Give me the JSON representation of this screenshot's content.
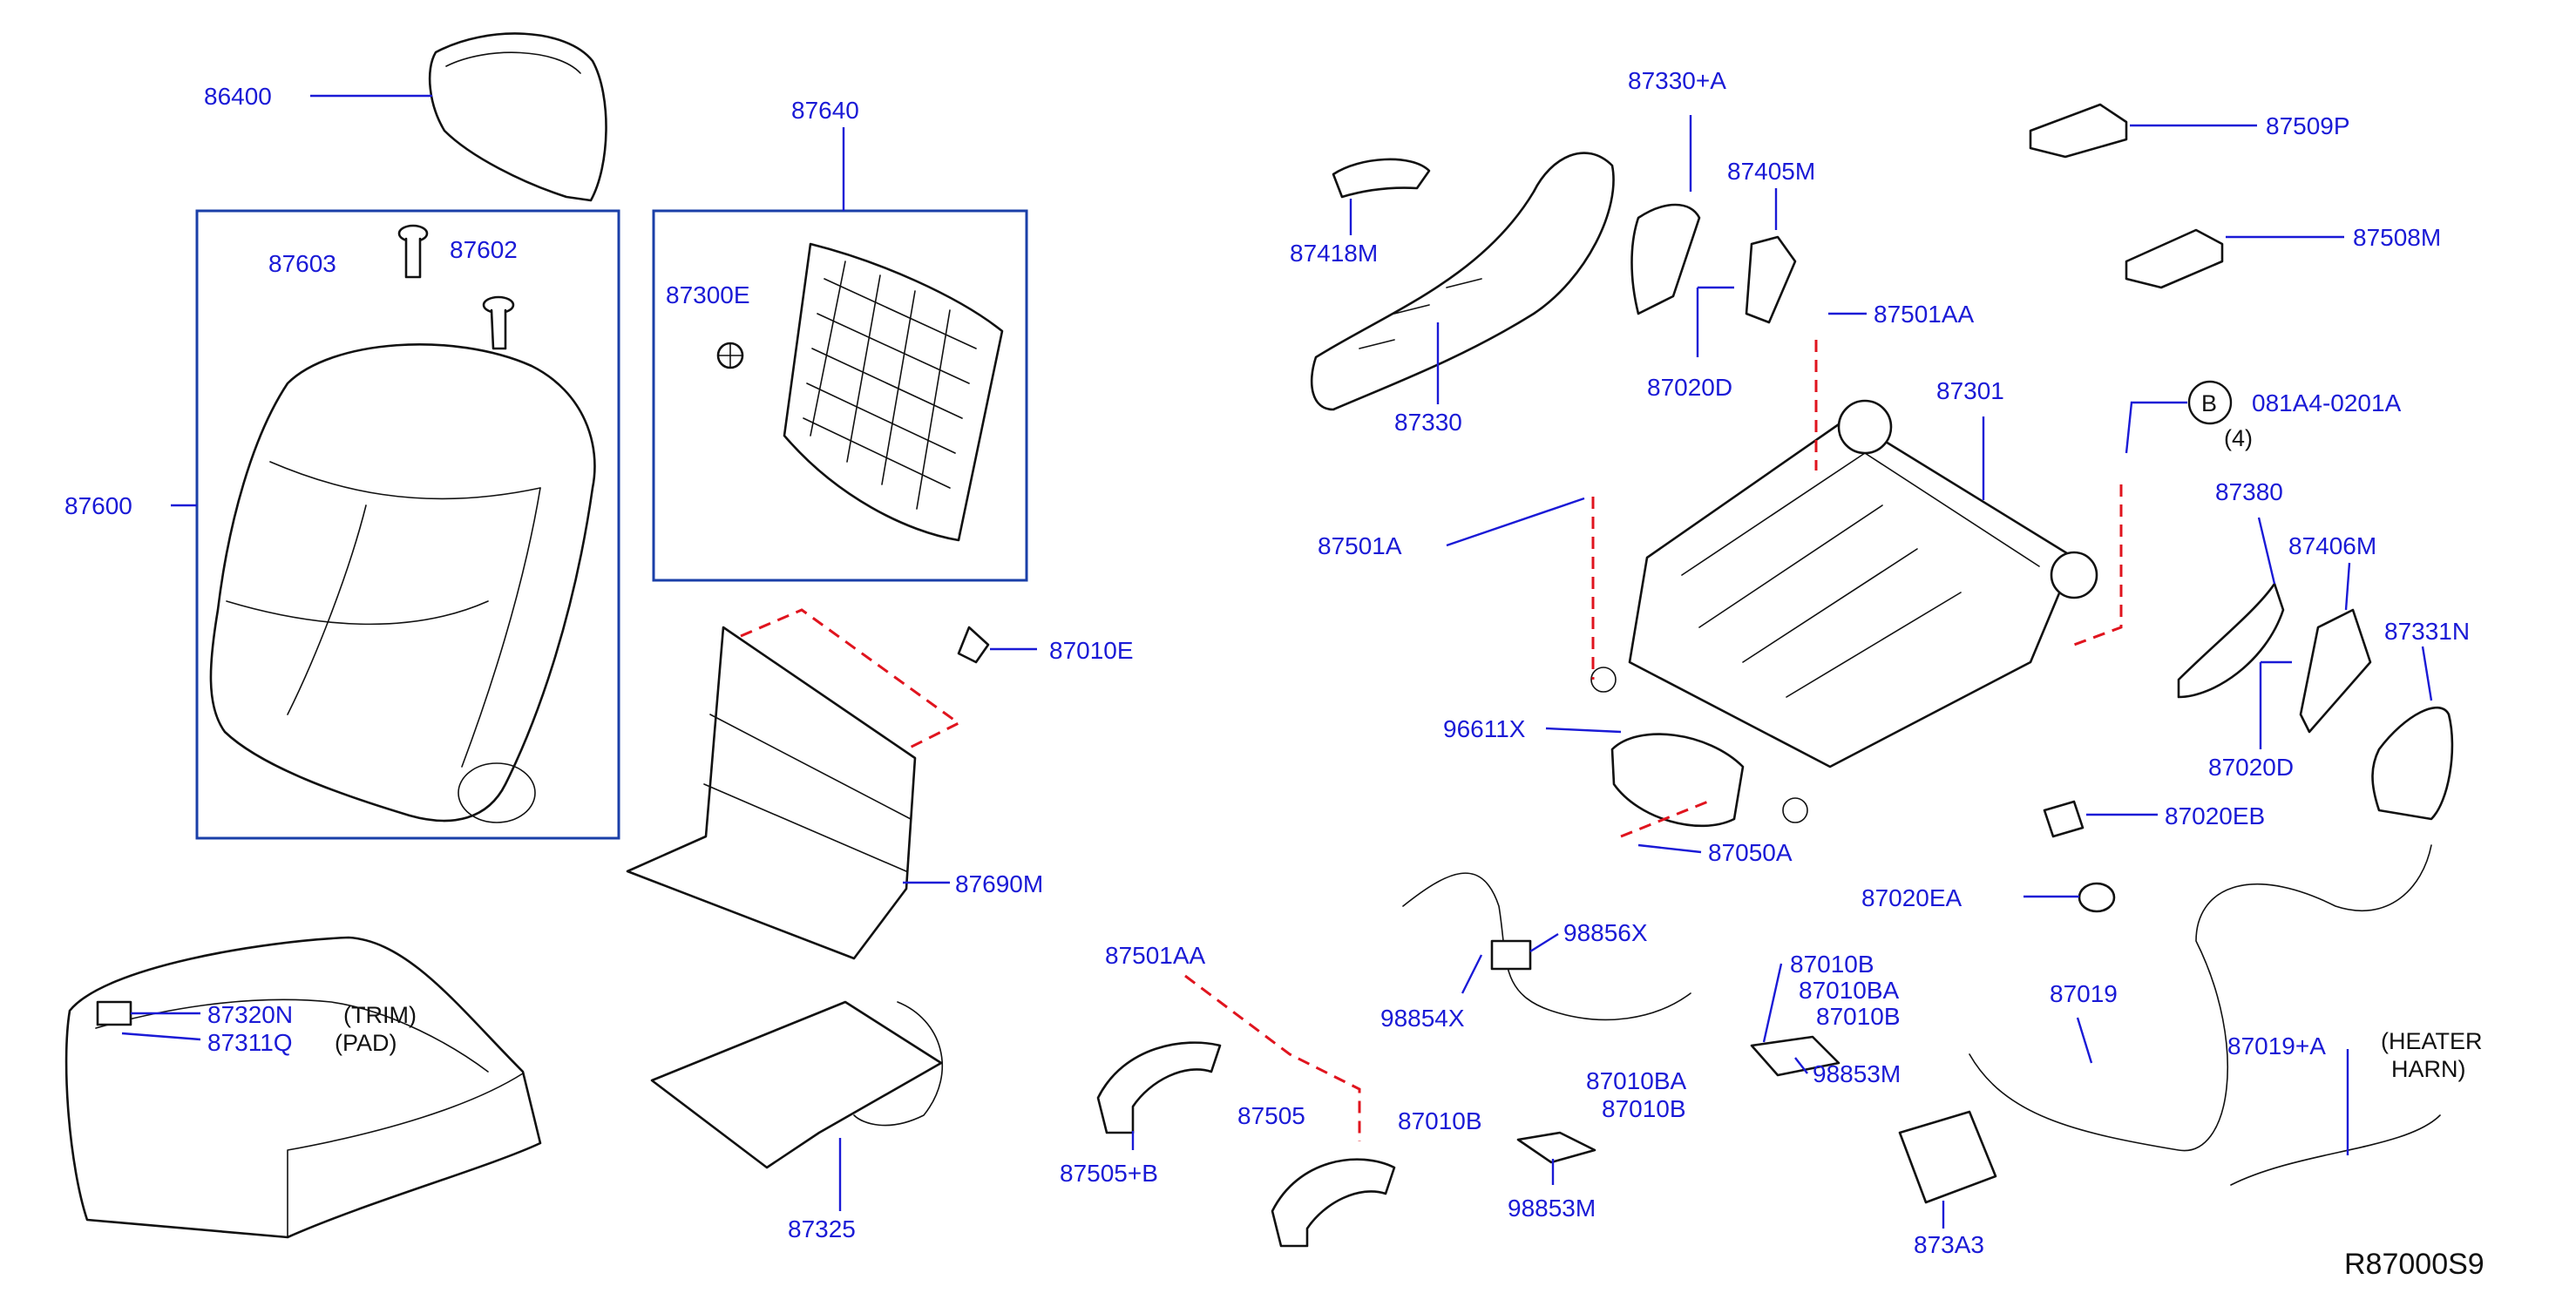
{
  "diagram_code": "R87000S9",
  "callout": {
    "letter": "B",
    "part": "081A4-0201A",
    "qty": "(4)"
  },
  "notes": {
    "trim": "(TRIM)",
    "pad": "(PAD)",
    "heater_1": "(HEATER",
    "heater_2": "HARN)"
  },
  "labels": {
    "p86400": "86400",
    "p87640": "87640",
    "p87603": "87603",
    "p87602": "87602",
    "p87300E": "87300E",
    "p87600": "87600",
    "p87010E": "87010E",
    "p87690M": "87690M",
    "p87320N": "87320N",
    "p87311Q": "87311Q",
    "p87325": "87325",
    "p87501AA_a": "87501AA",
    "p87505": "87505",
    "p87505B": "87505+B",
    "p87418M": "87418M",
    "p87330": "87330",
    "p87330A": "87330+A",
    "p87405M": "87405M",
    "p87020D_a": "87020D",
    "p87501AA_b": "87501AA",
    "p87509P": "87509P",
    "p87508M": "87508M",
    "p87301": "87301",
    "p87501A": "87501A",
    "p87380": "87380",
    "p87406M": "87406M",
    "p87331N": "87331N",
    "p87020D_b": "87020D",
    "p96611X": "96611X",
    "p87050A": "87050A",
    "p87020EB": "87020EB",
    "p87020EA": "87020EA",
    "p98856X": "98856X",
    "p98854X": "98854X",
    "p87010B_a": "87010B",
    "p87010BA_a": "87010BA",
    "p87010B_b": "87010B",
    "p98853M_a": "98853M",
    "p87010BA_b": "87010BA",
    "p87010B_c": "87010B",
    "p87010B_d": "87010B",
    "p98853M_b": "98853M",
    "p87019": "87019",
    "p87019A": "87019+A",
    "p873A3": "873A3"
  }
}
